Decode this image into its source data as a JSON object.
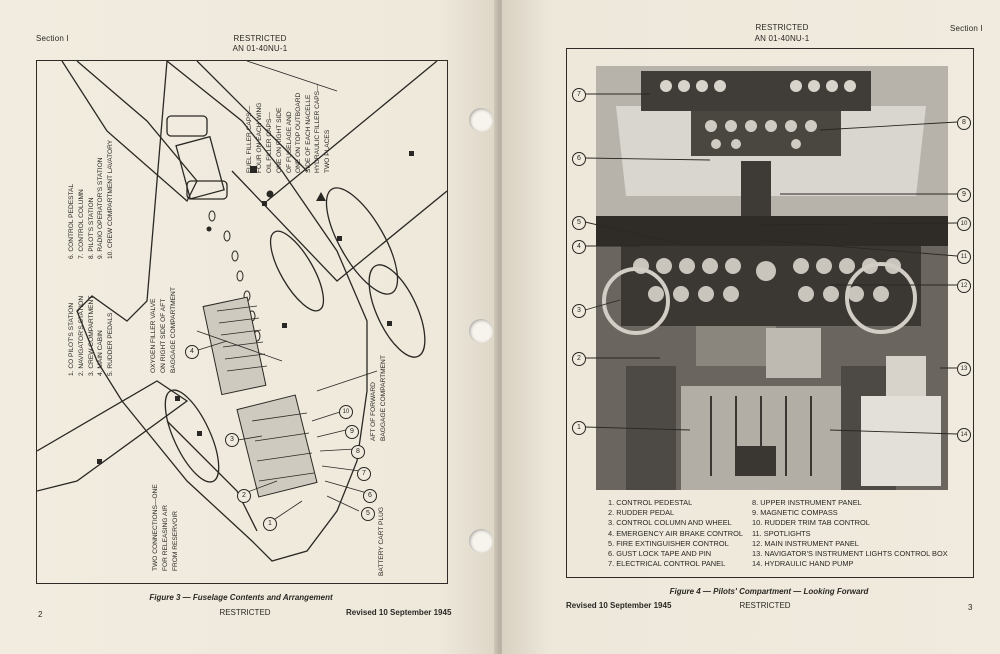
{
  "left_page": {
    "section": "Section I",
    "restricted_top": "RESTRICTED",
    "manual_no": "AN 01-40NU-1",
    "figure_caption": "Figure 3 — Fuselage Contents and Arrangement",
    "page_number": "2",
    "restricted_bottom": "RESTRICTED",
    "revised": "Revised 10 September 1945",
    "legend_col1": [
      "1.  CO PILOT'S STATION",
      "2.  NAVIGATOR'S STATION",
      "3.  CREW COMPARTMENT",
      "4.  MAIN CABIN",
      "5.  RUDDER PEDALS"
    ],
    "legend_col2": [
      "6.  CONTROL PEDESTAL",
      "7.  CONTROL COLUMN",
      "8.  PILOT'S STATION",
      "9.  RADIO OPERATOR'S STATION",
      "10. CREW COMPARTMENT LAVATORY"
    ],
    "fuel_note": [
      "FUEL FILLER CAPS—",
      "FOUR ON EACH WING"
    ],
    "oil_note": [
      "OIL FILLER CAPS—",
      "ONE ON RIGHT SIDE",
      "OF FUSELAGE AND",
      "ONE ON TOP OUTBOARD",
      "SIDE OF EACH NACELLE"
    ],
    "hydraulic_note": [
      "HYDRAULIC FILLER CAPS—",
      "TWO PLACES"
    ],
    "oxygen_note": [
      "OXYGEN FILLER VALVE",
      "ON RIGHT SIDE OF AFT",
      "BAGGAGE COMPARTMENT"
    ],
    "aft_note": [
      "AFT OF FORWARD",
      "BAGGAGE COMPARTMENT"
    ],
    "two_conn_note": [
      "TWO CONNECTIONS—ONE",
      "FOR RELEASING AIR",
      "FROM RESERVOIR"
    ],
    "battery_note": "BATTERY CART PLUG",
    "callouts": [
      "1",
      "2",
      "3",
      "4",
      "5",
      "6",
      "7",
      "8",
      "9",
      "10"
    ]
  },
  "right_page": {
    "section": "Section I",
    "restricted_top": "RESTRICTED",
    "manual_no": "AN 01-40NU-1",
    "figure_caption": "Figure 4 — Pilots' Compartment — Looking Forward",
    "page_number": "3",
    "restricted_bottom": "RESTRICTED",
    "revised": "Revised 10 September 1945",
    "legend_col1": [
      "1.  CONTROL PEDESTAL",
      "2.  RUDDER PEDAL",
      "3.  CONTROL COLUMN AND WHEEL",
      "4.  EMERGENCY AIR BRAKE CONTROL",
      "5.  FIRE EXTINGUISHER CONTROL",
      "6.  GUST LOCK TAPE AND PIN",
      "7.  ELECTRICAL CONTROL PANEL"
    ],
    "legend_col2": [
      "8.  UPPER INSTRUMENT PANEL",
      "9.  MAGNETIC COMPASS",
      "10. RUDDER TRIM TAB CONTROL",
      "11. SPOTLIGHTS",
      "12. MAIN INSTRUMENT PANEL",
      "13. NAVIGATOR'S INSTRUMENT LIGHTS CONTROL BOX",
      "14. HYDRAULIC HAND PUMP"
    ],
    "left_callouts": [
      "7",
      "6",
      "5",
      "4",
      "3",
      "2",
      "1"
    ],
    "right_callouts": [
      "8",
      "9",
      "10",
      "11",
      "12",
      "13",
      "14"
    ]
  }
}
